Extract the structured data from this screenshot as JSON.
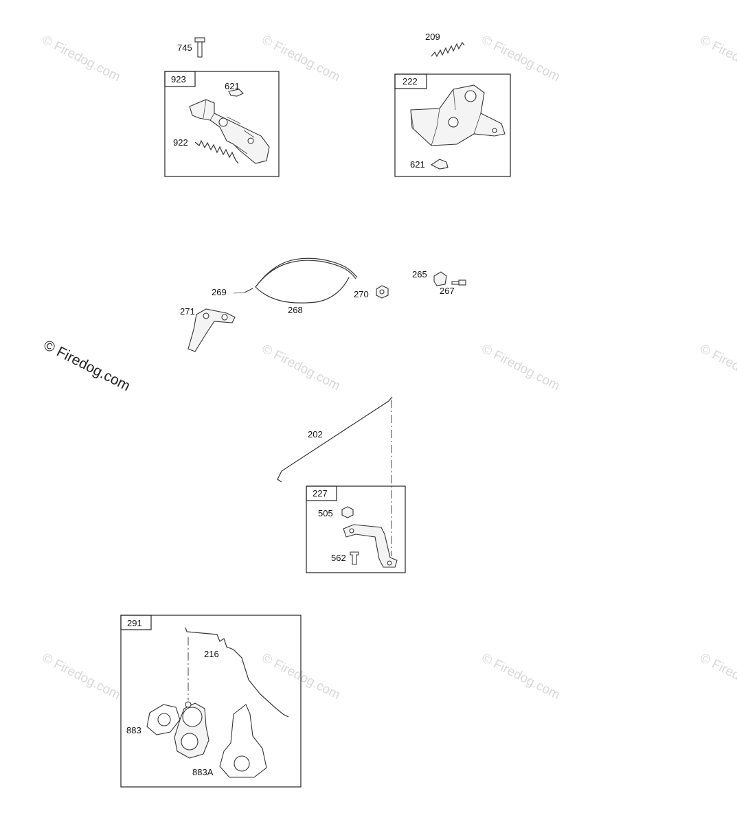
{
  "watermark": {
    "faded_text": "© Firedog.com",
    "main_text": "© Firedog.com"
  },
  "assemblies": [
    {
      "id": "923",
      "parts": [
        "621",
        "922"
      ]
    },
    {
      "id": "222",
      "parts": [
        "621"
      ]
    },
    {
      "id": "227",
      "parts": [
        "505",
        "562"
      ]
    },
    {
      "id": "291",
      "parts": [
        "216",
        "883",
        "883A"
      ]
    }
  ],
  "loose_parts": [
    "745",
    "209",
    "269",
    "268",
    "270",
    "265",
    "267",
    "271",
    "202"
  ]
}
